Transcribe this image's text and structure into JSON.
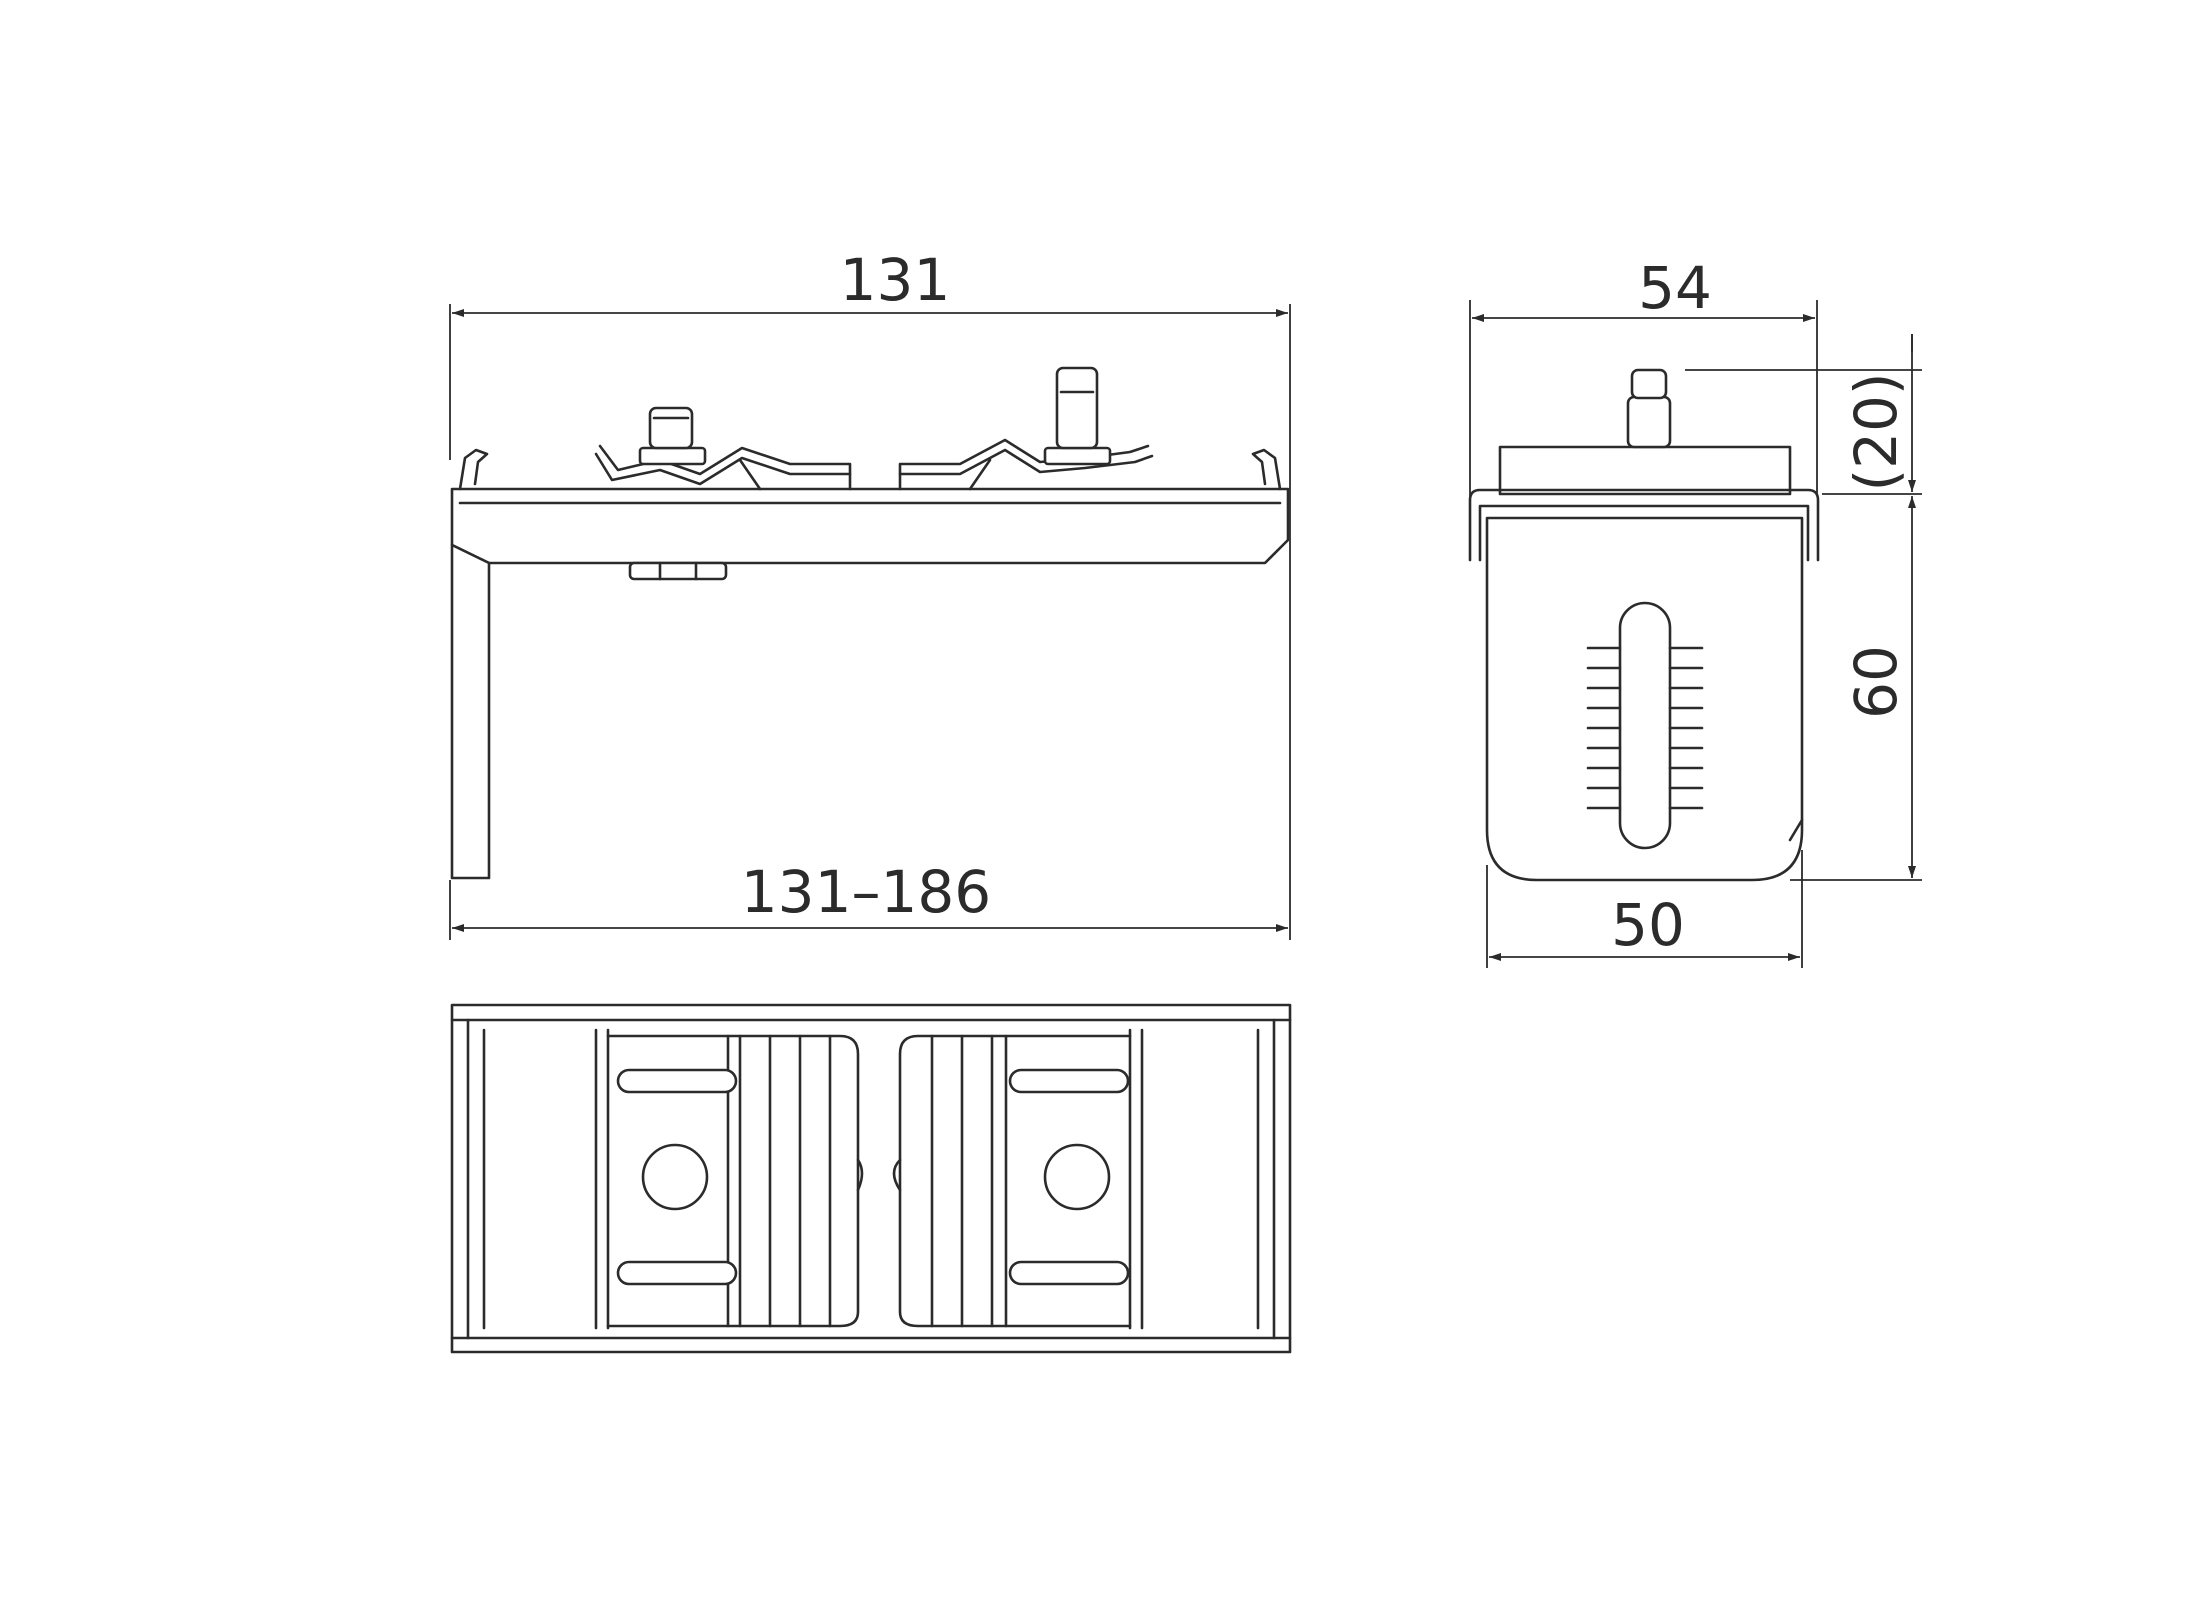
{
  "dimensions": {
    "overall_width": "131",
    "adjustable_range": "131–186",
    "side_width_top": "54",
    "side_width_bottom": "50",
    "pin_height": "(20)",
    "body_height": "60"
  },
  "colors": {
    "line": "#2b2b2b",
    "background": "#ffffff"
  }
}
